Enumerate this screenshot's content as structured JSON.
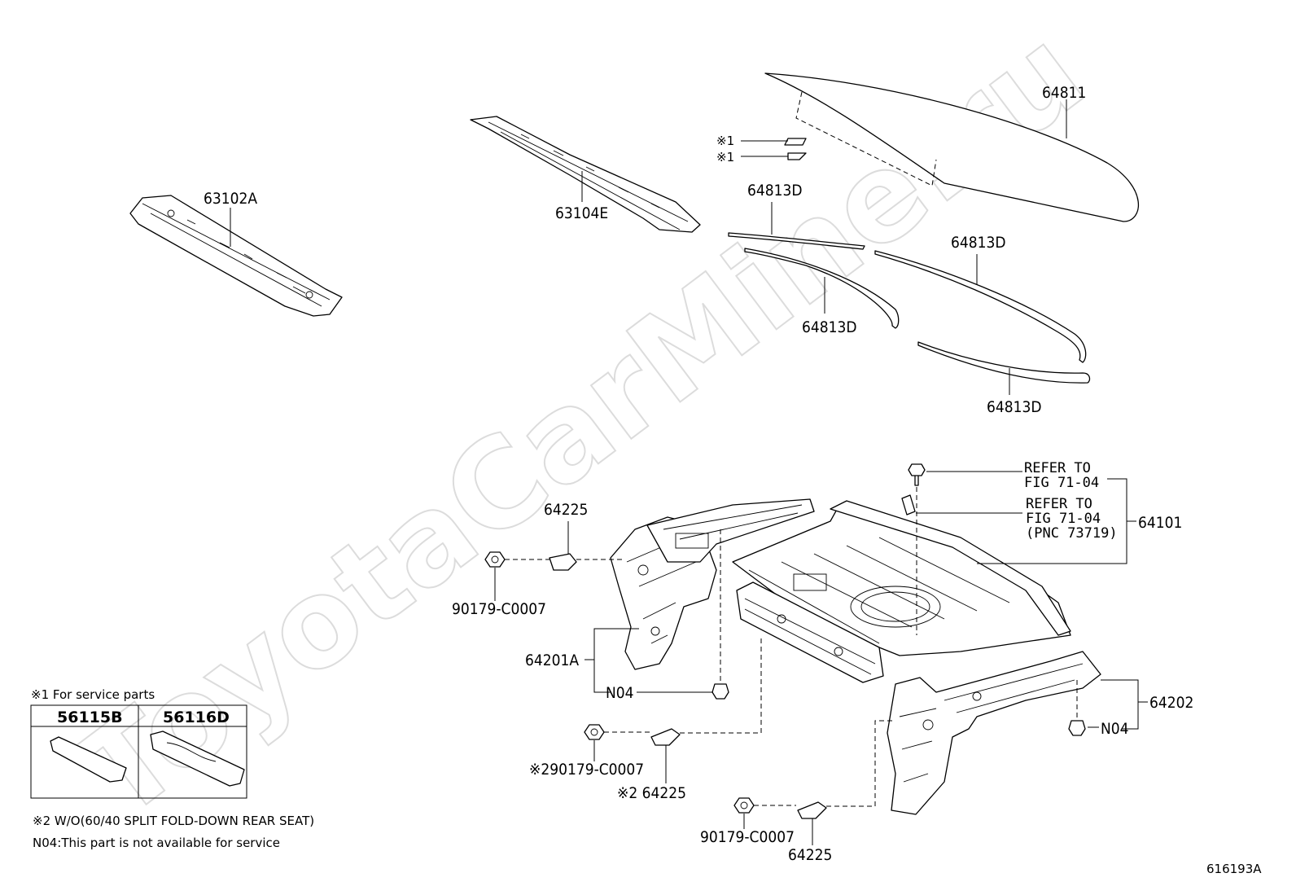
{
  "watermark": "ToyotaCarMine.ru",
  "figure_id": "616193A",
  "labels": {
    "p63102A": "63102A",
    "p63104E": "63104E",
    "p64811": "64811",
    "p64813D_1": "64813D",
    "p64813D_2": "64813D",
    "p64813D_3": "64813D",
    "p64813D_4": "64813D",
    "mark1_a": "※1",
    "mark1_b": "※1",
    "p64225_top": "64225",
    "p90179_left": "90179-C0007",
    "p64201A": "64201A",
    "n04_left": "N04",
    "p90179_mid": "※290179-C0007",
    "p64225_mid": "※2 64225",
    "p90179_bottom": "90179-C0007",
    "p64225_bottom": "64225",
    "refer1_line1": "REFER TO",
    "refer1_line2": "FIG 71-04",
    "refer2_line1": "REFER TO",
    "refer2_line2": "FIG 71-04",
    "refer2_line3": "(PNC 73719)",
    "p64101": "64101",
    "p64202": "64202",
    "n04_right": "N04"
  },
  "service_box": {
    "title": "※1 For service parts",
    "col1": "56115B",
    "col2": "56116D"
  },
  "notes": {
    "note2": "※2  W/O(60/40 SPLIT FOLD-DOWN REAR SEAT)",
    "note_n04": "N04:This part is not available for service"
  }
}
